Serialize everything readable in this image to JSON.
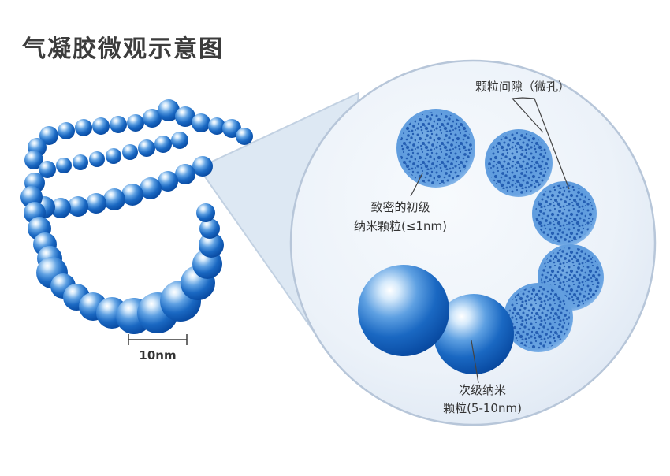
{
  "title": "气凝胶微观示意图",
  "scale_bar": {
    "label": "10nm"
  },
  "magnifier": {
    "labels": {
      "pore_gap": "颗粒间隙（微孔）",
      "primary_line1": "致密的初级",
      "primary_line2": "纳米颗粒(≤1nm)",
      "secondary_line1": "次级纳米",
      "secondary_line2": "颗粒(5-10nm)"
    }
  },
  "colors": {
    "sphere_blue": "#1a68c2",
    "sphere_dark": "#073e8c",
    "textured_particle_blue": "#5f9cde",
    "speckle_blue": "#1d57ad",
    "lens_fill": "#ecf2f9",
    "lens_stroke": "#b7c6d9",
    "text": "#333333"
  }
}
